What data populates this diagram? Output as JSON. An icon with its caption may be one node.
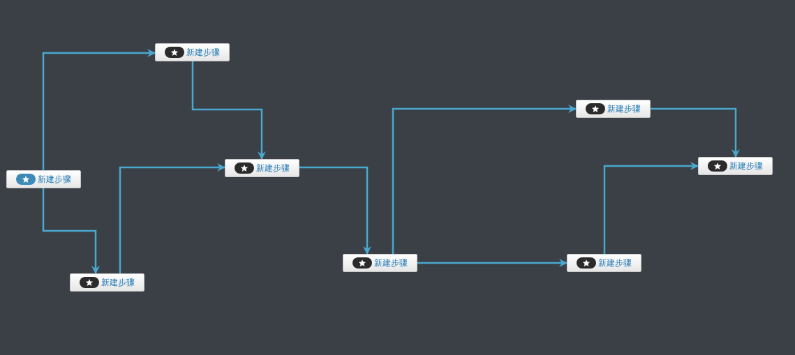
{
  "diagram": {
    "nodes": [
      {
        "text": [
          "新建步骤"
        ]
      },
      {
        "text": [
          "新建步骤"
        ]
      },
      {
        "text": [
          "新建步骤"
        ]
      },
      {
        "text": [
          "新建步骤"
        ]
      },
      {
        "text": [
          "新建步骤"
        ]
      },
      {
        "text": [
          "新建步骤"
        ]
      },
      {
        "text": [
          "新建步骤"
        ]
      },
      {
        "text": [
          "新建步骤"
        ]
      }
    ],
    "edges": [
      {
        "from": 0,
        "to": 1,
        "arrow": "to"
      },
      {
        "from": 0,
        "to": 2,
        "arrow": "to"
      },
      {
        "from": 1,
        "to": 3,
        "arrow": "to"
      },
      {
        "from": 2,
        "to": 3,
        "arrow": "to"
      },
      {
        "from": 3,
        "to": 4,
        "arrow": "to"
      },
      {
        "from": 4,
        "to": 5,
        "arrow": "to"
      },
      {
        "from": 4,
        "to": 6,
        "arrow": "to"
      },
      {
        "from": 5,
        "to": 7,
        "arrow": "to"
      },
      {
        "from": 6,
        "to": 7,
        "arrow": "to"
      }
    ]
  }
}
